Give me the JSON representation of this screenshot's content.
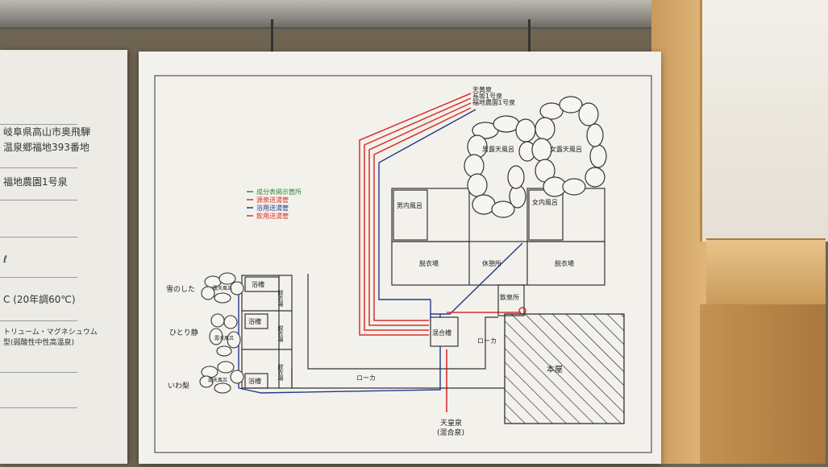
{
  "left_panel": {
    "lines": [
      "岐阜県高山市奥飛騨",
      "温泉郷福地393番地",
      "福地農園1号泉",
      "ℓ",
      "C (20年調60℃)",
      "トリューム・マグネシュウム",
      "型(弱酸性中性高温泉)"
    ]
  },
  "sources": {
    "line1": "天黄泉",
    "line2": "長坂1号泉",
    "line3": "福地農園1号泉"
  },
  "legend": [
    {
      "label": "成分表掲示箇所",
      "color": "#2e8b3c"
    },
    {
      "label": "源泉送湯管",
      "color": "#d9302a"
    },
    {
      "label": "浴用送湯管",
      "color": "#1f3a8a"
    },
    {
      "label": "飲用送湯管",
      "color": "#d9302a"
    }
  ],
  "rooms": {
    "mens_outdoor": "男露天風呂",
    "womens_outdoor": "女露天風呂",
    "mens_indoor": "男内風呂",
    "womens_indoor": "女内風呂",
    "changing_left": "脱衣場",
    "rest": "休憩所",
    "changing_right": "脱衣場",
    "drinking": "飲泉所",
    "mixing_tank": "混合槽",
    "main_house": "本屋",
    "corridor_right": "ローカ",
    "corridor_bottom": "ローカ",
    "bath": "浴槽",
    "changing_small": "脱衣場",
    "outdoor_small": "露天風呂"
  },
  "private_baths": [
    {
      "name": "雪のした"
    },
    {
      "name": "ひとり静"
    },
    {
      "name": "いわ梨"
    }
  ],
  "bottom_source": {
    "line1": "天皇泉",
    "line2": "(混合泉)"
  }
}
